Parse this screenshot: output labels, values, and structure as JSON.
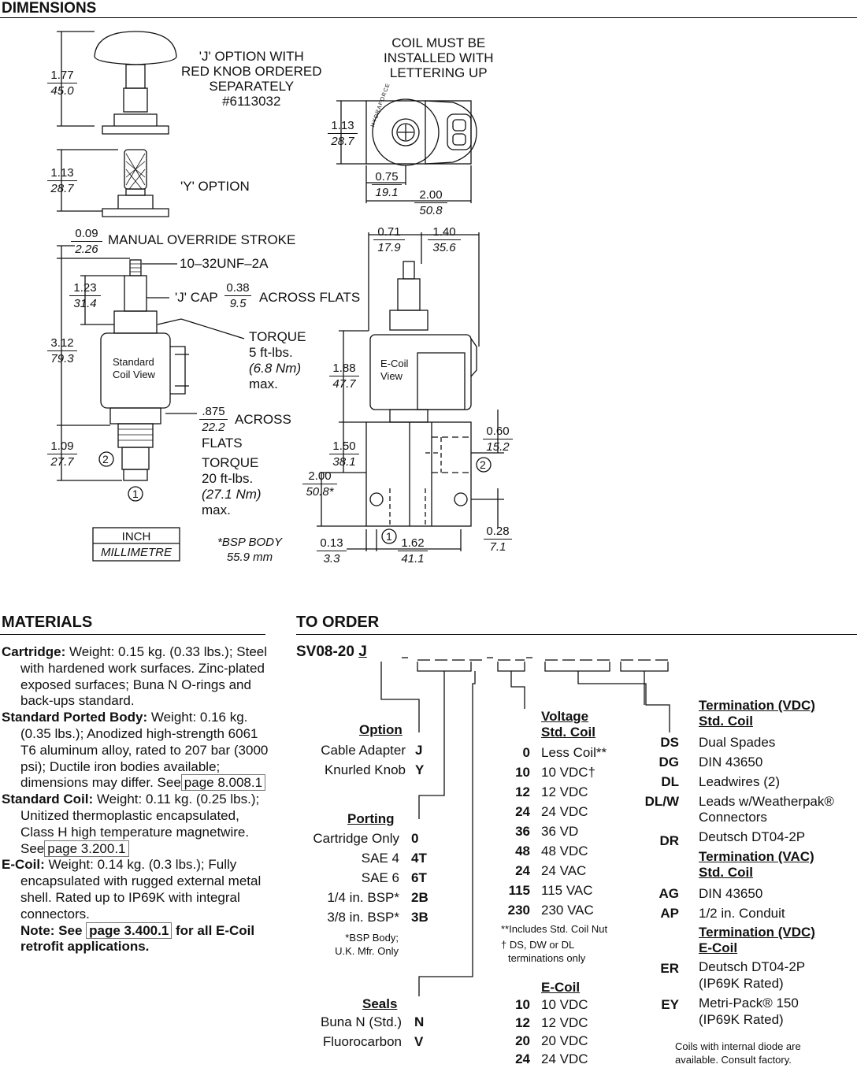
{
  "headings": {
    "dimensions": "DIMENSIONS",
    "materials": "MATERIALS",
    "to_order": "TO ORDER"
  },
  "dims": {
    "d177": [
      "1.77",
      "45.0"
    ],
    "j_note": [
      "'J' OPTION WITH",
      "RED KNOB ORDERED",
      "SEPARATELY",
      "#6113032"
    ],
    "coil_note": [
      "COIL MUST BE",
      "INSTALLED WITH",
      "LETTERING UP"
    ],
    "d113a": [
      "1.13",
      "28.7"
    ],
    "d113b": [
      "1.13",
      "28.7"
    ],
    "y_option": "'Y' OPTION",
    "d075": [
      "0.75",
      "19.1"
    ],
    "d200a": [
      "2.00",
      "50.8"
    ],
    "d009": [
      "0.09",
      "2.26"
    ],
    "manual_override": "MANUAL OVERRIDE STROKE",
    "thread": "10–32UNF–2A",
    "d123": [
      "1.23",
      "31.4"
    ],
    "jcap": "'J' CAP",
    "d038": [
      "0.38",
      "9.5"
    ],
    "across_flats": "ACROSS FLATS",
    "d071": [
      "0.71",
      "17.9"
    ],
    "d140": [
      "1.40",
      "35.6"
    ],
    "d312": [
      "3.12",
      "79.3"
    ],
    "torque1": [
      "TORQUE",
      "5 ft-lbs.",
      "(6.8 Nm)",
      "max."
    ],
    "std_coil_view": [
      "Standard",
      "Coil View"
    ],
    "ecoil_view": [
      "E-Coil",
      "View"
    ],
    "d188": [
      "1.88",
      "47.7"
    ],
    "d875": [
      ".875",
      "22.2"
    ],
    "across": "ACROSS",
    "flats": "FLATS",
    "d109": [
      "1.09",
      "27.7"
    ],
    "d150": [
      "1.50",
      "38.1"
    ],
    "d060": [
      "0.60",
      "15.2"
    ],
    "torque2": [
      "TORQUE",
      "20 ft-lbs.",
      "(27.1 Nm)",
      "max."
    ],
    "d200b": [
      "2.00",
      "50.8*"
    ],
    "d028": [
      "0.28",
      "7.1"
    ],
    "unit_box": [
      "INCH",
      "MILLIMETRE"
    ],
    "bsp_body": [
      "*BSP BODY",
      "55.9 mm"
    ],
    "d013": [
      "0.13",
      "3.3"
    ],
    "d162": [
      "1.62",
      "41.1"
    ],
    "port1": "1",
    "port2": "2",
    "hydraforce": "HYDRAFORCE"
  },
  "materials": {
    "cartridge_label": "Cartridge:",
    "cartridge_text": "Weight: 0.15 kg. (0.33 lbs.); Steel with hardened work surfaces. Zinc-plated exposed surfaces; Buna N O-rings and back-ups standard.",
    "body_label": "Standard Ported Body:",
    "body_text": "Weight: 0.16 kg. (0.35 lbs.); Anodized high-strength 6061 T6 aluminum alloy, rated to 207 bar (3000 psi); Ductile iron bodies available; dimensions may differ. See",
    "body_link": "page 8.008.1",
    "coil_label": "Standard Coil:",
    "coil_text": "Weight: 0.11 kg. (0.25 lbs.); Unitized thermoplastic encapsulated, Class H high temperature magnetwire. See",
    "coil_link": "page 3.200.1",
    "ecoil_label": "E-Coil:",
    "ecoil_text": "Weight: 0.14 kg. (0.3 lbs.); Fully encapsulated with rugged external metal shell. Rated up to IP69K with integral connectors.",
    "note_a": "Note: See",
    "note_link": "page 3.400.1",
    "note_b": "for all E-Coil retrofit applications."
  },
  "order": {
    "code_prefix": "SV08-20",
    "code_letter": "J",
    "option": {
      "title": "Option",
      "items": [
        {
          "label": "Cable Adapter",
          "code": "J"
        },
        {
          "label": "Knurled Knob",
          "code": "Y"
        }
      ]
    },
    "porting": {
      "title": "Porting",
      "items": [
        {
          "label": "Cartridge Only",
          "code": "0"
        },
        {
          "label": "SAE 4",
          "code": "4T"
        },
        {
          "label": "SAE 6",
          "code": "6T"
        },
        {
          "label": "1/4 in. BSP*",
          "code": "2B"
        },
        {
          "label": "3/8 in. BSP*",
          "code": "3B"
        }
      ],
      "note": [
        "*BSP Body;",
        "U.K. Mfr. Only"
      ]
    },
    "seals": {
      "title": "Seals",
      "items": [
        {
          "label": "Buna N (Std.)",
          "code": "N"
        },
        {
          "label": "Fluorocarbon",
          "code": "V"
        }
      ]
    },
    "voltage": {
      "title": [
        "Voltage",
        "Std. Coil"
      ],
      "items": [
        {
          "code": "0",
          "label": "Less Coil**"
        },
        {
          "code": "10",
          "label": "10 VDC†"
        },
        {
          "code": "12",
          "label": "12 VDC"
        },
        {
          "code": "24",
          "label": "24 VDC"
        },
        {
          "code": "36",
          "label": "36 VD"
        },
        {
          "code": "48",
          "label": "48 VDC"
        },
        {
          "code": "24",
          "label": "24 VAC"
        },
        {
          "code": "115",
          "label": "115 VAC"
        },
        {
          "code": "230",
          "label": "230 VAC"
        }
      ],
      "note1": "**Includes Std. Coil Nut",
      "note2": [
        "† DS, DW or DL",
        "terminations only"
      ]
    },
    "ecoil": {
      "title": "E-Coil",
      "items": [
        {
          "code": "10",
          "label": "10 VDC"
        },
        {
          "code": "12",
          "label": "12 VDC"
        },
        {
          "code": "20",
          "label": "20 VDC"
        },
        {
          "code": "24",
          "label": "24 VDC"
        }
      ]
    },
    "term_vdc": {
      "title": [
        "Termination (VDC)",
        "Std. Coil"
      ],
      "items": [
        {
          "code": "DS",
          "label": "Dual Spades"
        },
        {
          "code": "DG",
          "label": "DIN 43650"
        },
        {
          "code": "DL",
          "label": "Leadwires (2)"
        },
        {
          "code": "DL/W",
          "label": "Leads w/Weatherpak®",
          "label2": "Connectors"
        },
        {
          "code": "DR",
          "label": "Deutsch DT04-2P"
        }
      ]
    },
    "term_vac": {
      "title": [
        "Termination (VAC)",
        "Std. Coil"
      ],
      "items": [
        {
          "code": "AG",
          "label": "DIN 43650"
        },
        {
          "code": "AP",
          "label": "1/2 in. Conduit"
        }
      ]
    },
    "term_ecoil": {
      "title": [
        "Termination (VDC)",
        "E-Coil"
      ],
      "items": [
        {
          "code": "ER",
          "label": "Deutsch DT04-2P",
          "label2": "(IP69K Rated)"
        },
        {
          "code": "EY",
          "label": "Metri-Pack® 150",
          "label2": "(IP69K Rated)"
        }
      ]
    },
    "diode_note": [
      "Coils with internal diode are",
      "available. Consult factory."
    ]
  }
}
